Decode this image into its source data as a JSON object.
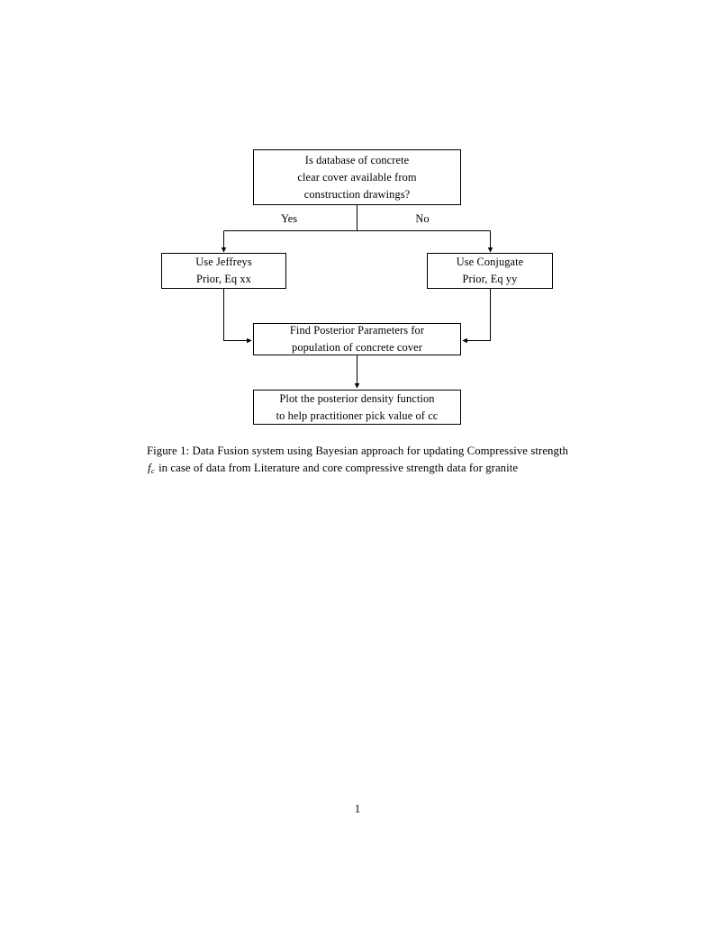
{
  "document": {
    "page_number": "1"
  },
  "figure": {
    "nodes": {
      "question": {
        "name": "decision-question",
        "lines": [
          "Is database of concrete",
          "clear cover available from",
          "construction drawings?"
        ]
      },
      "jeffreys": {
        "name": "use-jeffreys-prior",
        "lines": [
          "Use Jeffreys",
          "Prior, Eq xx"
        ]
      },
      "conjugate": {
        "name": "use-conjugate-prior",
        "lines": [
          "Use Conjugate",
          "Prior, Eq yy"
        ]
      },
      "posterior": {
        "name": "find-posterior-parameters",
        "lines": [
          "Find Posterior Parameters for",
          "population of concrete cover"
        ]
      },
      "plot": {
        "name": "plot-posterior-density",
        "lines": [
          "Plot the posterior density function",
          "to help practitioner pick value of cc"
        ]
      }
    },
    "edge_labels": {
      "yes": "Yes",
      "no": "No"
    },
    "colors": {
      "stroke": "#000000",
      "fill": "#ffffff",
      "text": "#000000"
    }
  },
  "caption": {
    "label": "Figure 1:",
    "text_before_math": "Data Fusion system using Bayesian approach for updating Compressive strength",
    "math_symbol": "f",
    "math_subscript": "c",
    "text_after_math": "in case of data from Literature and core compressive strength data for granite",
    "full_text": "Figure 1: Data Fusion system using Bayesian approach for updating Compressive strength f_c in case of data from Literature and core compressive strength data for granite"
  }
}
